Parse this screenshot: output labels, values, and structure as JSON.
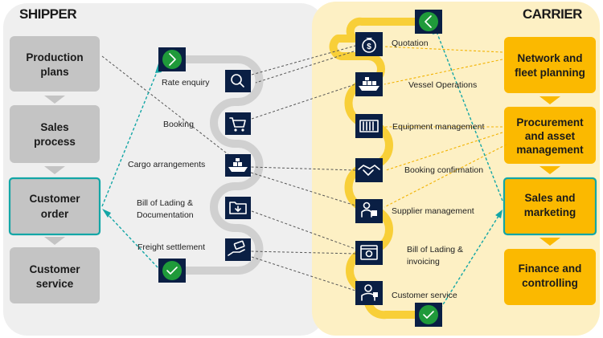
{
  "shipper": {
    "title": "SHIPPER",
    "boxes": [
      {
        "lines": [
          "Production",
          "plans"
        ]
      },
      {
        "lines": [
          "Sales",
          "process"
        ]
      },
      {
        "lines": [
          "Customer",
          "order"
        ]
      },
      {
        "lines": [
          "Customer",
          "service"
        ]
      }
    ],
    "steps": [
      {
        "lines": [
          "Rate enquiry"
        ],
        "icon": "magnifier-icon"
      },
      {
        "lines": [
          "Booking"
        ],
        "icon": "shopping-cart-icon"
      },
      {
        "lines": [
          "Cargo arrangements"
        ],
        "icon": "container-ship-icon"
      },
      {
        "lines": [
          "Bill of Lading &",
          "Documentation"
        ],
        "icon": "folder-icon"
      },
      {
        "lines": [
          "Freight settlement"
        ],
        "icon": "payment-hand-icon"
      }
    ]
  },
  "carrier": {
    "title": "CARRIER",
    "boxes": [
      {
        "lines": [
          "Network and",
          "fleet planning"
        ]
      },
      {
        "lines": [
          "Procurement",
          "and asset",
          "management"
        ]
      },
      {
        "lines": [
          "Sales and",
          "marketing"
        ]
      },
      {
        "lines": [
          "Finance and",
          "controlling"
        ]
      }
    ],
    "steps": [
      {
        "lines": [
          "Quotation"
        ],
        "icon": "money-bag-icon"
      },
      {
        "lines": [
          "Vessel Operations"
        ],
        "icon": "vessel-icon"
      },
      {
        "lines": [
          "Equipment management"
        ],
        "icon": "container-icon"
      },
      {
        "lines": [
          "Booking confirmation"
        ],
        "icon": "handshake-icon"
      },
      {
        "lines": [
          "Supplier management"
        ],
        "icon": "supplier-icon"
      },
      {
        "lines": [
          "Bill of Lading &",
          "invoicing"
        ],
        "icon": "invoice-icon"
      },
      {
        "lines": [
          "Customer service"
        ],
        "icon": "customer-service-icon"
      }
    ]
  },
  "colors": {
    "shipper_panel": "#efefef",
    "shipper_box": "#c4c4c4",
    "carrier_panel": "#fdf0c4",
    "carrier_box": "#fbb900",
    "highlight_border": "#13a6a6",
    "icon_bg": "#0a1f44",
    "check_green": "#1f9a3a",
    "process_track": "#d0d0d0",
    "carrier_track": "#f8cf38"
  }
}
